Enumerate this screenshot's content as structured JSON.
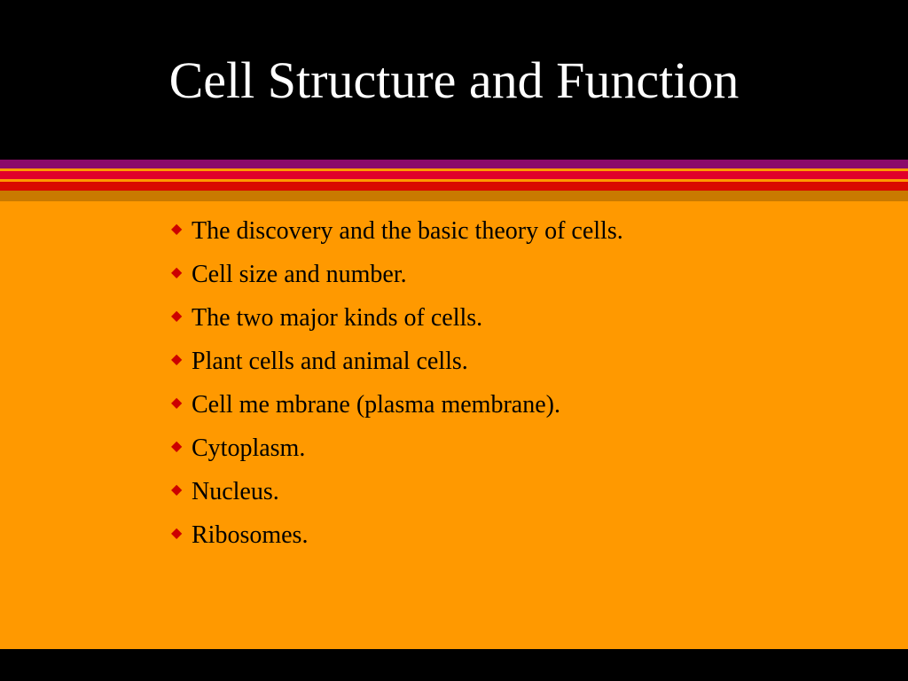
{
  "slide": {
    "title": "Cell Structure and Function",
    "bullets": [
      "The discovery and the basic theory of cells.",
      "Cell size and number.",
      "The two major kinds of cells.",
      "Plant cells and animal cells.",
      "Cell me mbrane (plasma membrane).",
      "Cytoplasm.",
      "Nucleus.",
      "Ribosomes."
    ],
    "bullet_icon": "diamond-bullet-icon",
    "colors": {
      "title_background": "#000000",
      "title_text": "#ffffff",
      "content_background": "#ff9900",
      "bullet": "#cc0000",
      "stripe_purple": "#8b0a6a",
      "stripe_red": "#e0002a",
      "stripe_dark_red": "#d90a00",
      "stripe_brown": "#c97a00"
    }
  }
}
